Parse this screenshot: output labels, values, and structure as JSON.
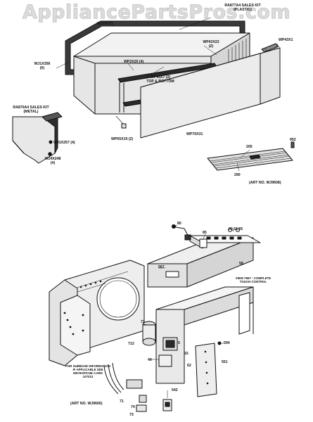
{
  "watermark": "AppliancePartsPros.com",
  "top_section": {
    "labels": {
      "wj1x271": "WJ1X271",
      "ra877a4": "RA877A4 SALES KIT",
      "ra877a4_sub": "(PLASTIC)",
      "wp43x22": "WP43X22",
      "wp43x22_sub": "(2)",
      "wp43x1": "WP43X1",
      "wp2x20": "WP2X20 (4)",
      "wj1x356": "WJ1X356",
      "wj1x356_sub": "(6)",
      "wp43x7": "WP43X7 (2)",
      "wp43x7_sub": "TOP & BOTTOM",
      "ra870a4": "RA870A4 SALES KIT",
      "ra870a4_sub": "(METAL)",
      "wp65x19": "WP65X19 (2)",
      "wp70x31": "WP70X31",
      "wj1x257": "WJ1X257 (4)",
      "w24x248": "W24X248",
      "w24x248_sub": "(4)",
      "n205": "205",
      "n952": "952",
      "n290": "290",
      "art_top": "(ART NO. WJ9608)"
    }
  },
  "bottom_section": {
    "labels": {
      "n80": "80",
      "n85": "85",
      "n606165": "60,61,65",
      "n567": "567",
      "n58": "58",
      "view_note_1": "VIEW #567 - COMPLETE",
      "view_note_2": "TOUCH CONTROL",
      "n72": "72",
      "n713": "713",
      "n40": "40",
      "n594": "594",
      "n62": "62",
      "n561": "561",
      "n5": "5",
      "n15": "15",
      "subbase_1": "FOR SUBBASE INFORMATION",
      "subbase_2": "IF APPLICABLE SEE",
      "subbase_3": "MICROFICHE CARD",
      "subbase_4": "107013",
      "n71": "71",
      "n74": "74",
      "n73": "73",
      "n542": "542",
      "art_bottom": "(ART NO. WJ9606)"
    }
  }
}
